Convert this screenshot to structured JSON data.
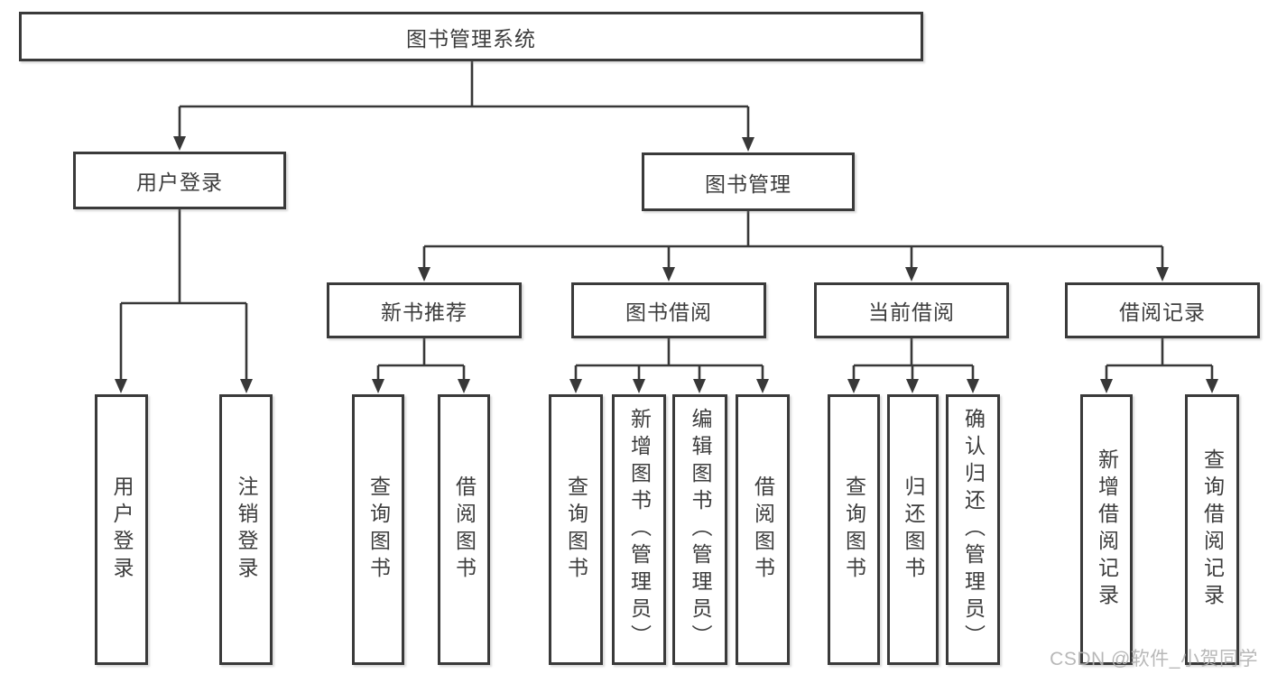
{
  "diagram": {
    "root": {
      "label": "图书管理系统"
    },
    "branches": [
      {
        "label": "用户登录",
        "children": [
          {
            "label": "用户登录"
          },
          {
            "label": "注销登录"
          }
        ]
      },
      {
        "label": "图书管理",
        "children": [
          {
            "label": "新书推荐",
            "children": [
              {
                "label": "查询图书"
              },
              {
                "label": "借阅图书"
              }
            ]
          },
          {
            "label": "图书借阅",
            "children": [
              {
                "label": "查询图书"
              },
              {
                "label": "新增图书（管理员）"
              },
              {
                "label": "编辑图书（管理员）"
              },
              {
                "label": "借阅图书"
              }
            ]
          },
          {
            "label": "当前借阅",
            "children": [
              {
                "label": "查询图书"
              },
              {
                "label": "归还图书"
              },
              {
                "label": "确认归还（管理员）"
              }
            ]
          },
          {
            "label": "借阅记录",
            "children": [
              {
                "label": "新增借阅记录"
              },
              {
                "label": "查询借阅记录"
              }
            ]
          }
        ]
      }
    ]
  },
  "watermark": {
    "text": "CSDN @软件_小贺同学",
    "color": "#b2b2b2"
  },
  "colors": {
    "line": "#383838",
    "box_border": "#3a3a3a",
    "text": "#3d3d3d",
    "background": "#ffffff"
  }
}
